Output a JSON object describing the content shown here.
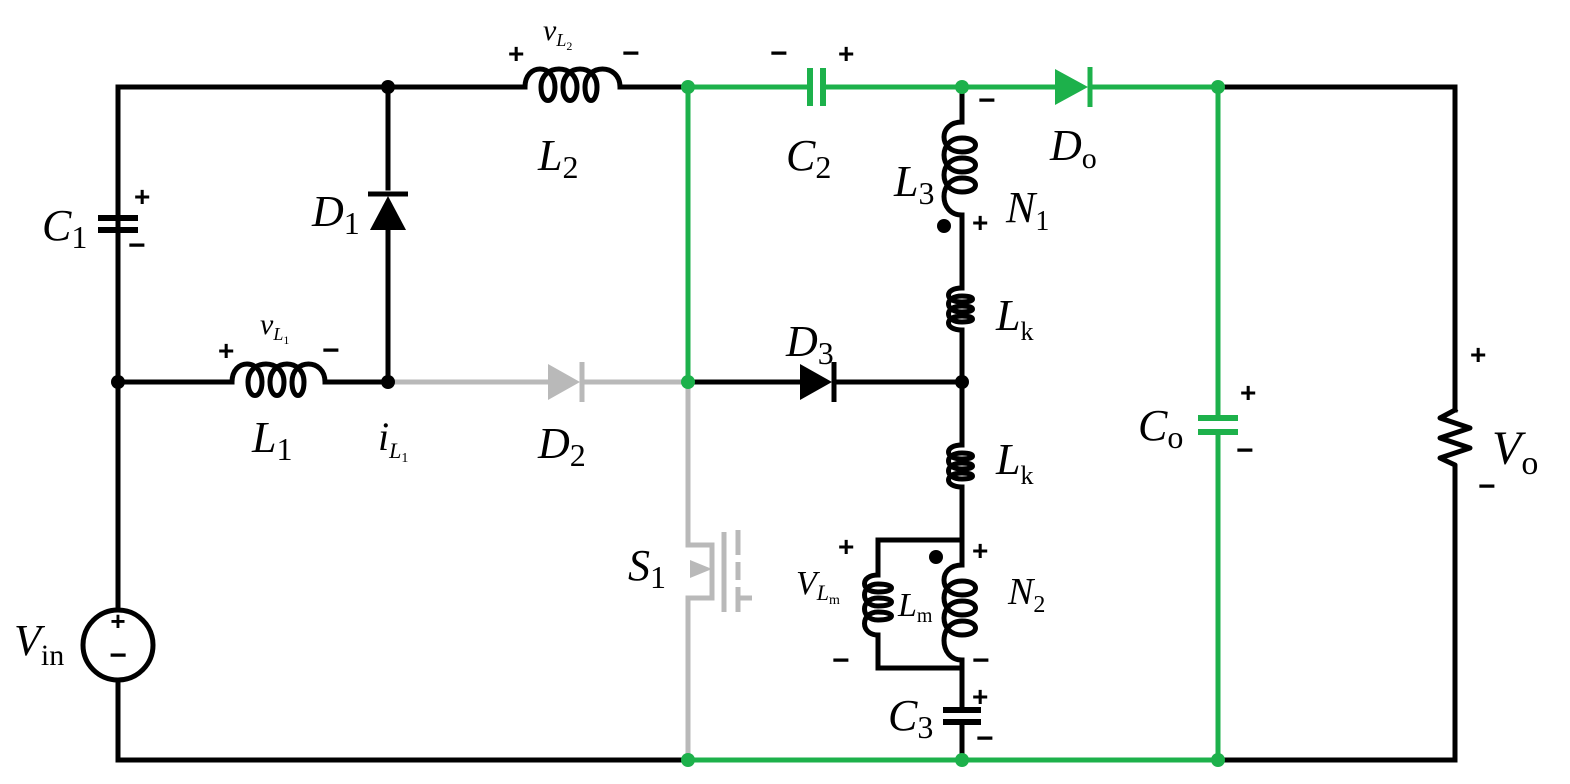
{
  "diagram": {
    "colors": {
      "wire": "#000000",
      "active_path": "#1db14b",
      "inactive_path": "#b9b9b9"
    },
    "components": {
      "C1": {
        "main": "C",
        "sub": "1"
      },
      "D1": {
        "main": "D",
        "sub": "1"
      },
      "L1": {
        "main": "L",
        "sub": "1"
      },
      "vL1": {
        "main": "v",
        "sub": "L",
        "subsub": "1"
      },
      "iL1": {
        "main": "i",
        "sub": "L",
        "subsub": "1"
      },
      "L2": {
        "main": "L",
        "sub": "2"
      },
      "vL2": {
        "main": "v",
        "sub": "L",
        "subsub": "2"
      },
      "D2": {
        "main": "D",
        "sub": "2"
      },
      "S1": {
        "main": "S",
        "sub": "1"
      },
      "C2": {
        "main": "C",
        "sub": "2"
      },
      "D3": {
        "main": "D",
        "sub": "3"
      },
      "L3": {
        "main": "L",
        "sub": "3"
      },
      "N1": {
        "main": "N",
        "sub": "1"
      },
      "Lk_top": {
        "main": "L",
        "sub": "k"
      },
      "Lk_bottom": {
        "main": "L",
        "sub": "k"
      },
      "N2": {
        "main": "N",
        "sub": "2"
      },
      "Lm": {
        "main": "L",
        "sub": "m"
      },
      "VLm": {
        "main": "V",
        "sub": "L",
        "subsub": "m"
      },
      "C3": {
        "main": "C",
        "sub": "3"
      },
      "Do": {
        "main": "D",
        "sub": "o"
      },
      "Co": {
        "main": "C",
        "sub": "o"
      },
      "Vo": {
        "main": "V",
        "sub": "o"
      },
      "Vin": {
        "main": "V",
        "sub": "in"
      }
    },
    "polarity": {
      "plus": "+",
      "minus": "−"
    }
  }
}
